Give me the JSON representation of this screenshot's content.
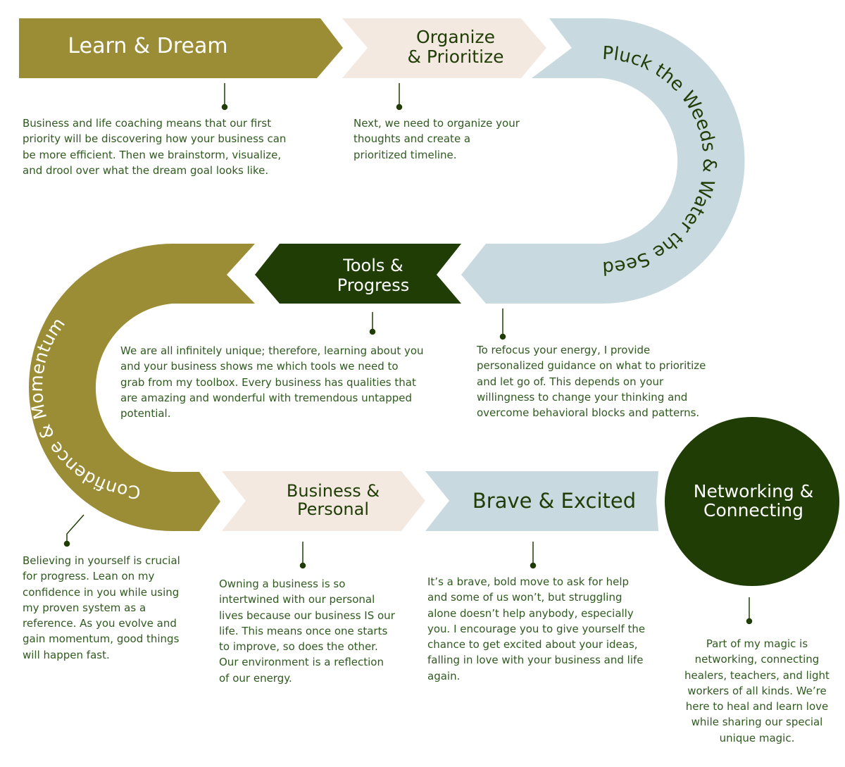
{
  "colors": {
    "olive": "#9b8c36",
    "cream": "#f3e9e1",
    "light_blue": "#c8d9e0",
    "dark_green": "#1f3d05",
    "text_green": "#2f5a1f",
    "white": "#ffffff"
  },
  "steps": [
    {
      "title": "Learn & Dream",
      "description": "Business and life coaching means that our first\npriority will be discovering how your business can\nbe more efficient. Then we brainstorm, visualize,\nand drool over what the dream goal looks like."
    },
    {
      "title": "Organize\n& Prioritize",
      "description": "Next, we need to organize your\nthoughts and create a\nprioritized timeline."
    },
    {
      "title": "Pluck the Weeds & Water the Seeds",
      "description": "To refocus your energy, I provide\npersonalized guidance on what to prioritize\nand let go of. This depends on your\nwillingness to change your thinking and\novercome behavioral blocks and patterns."
    },
    {
      "title": "Tools &\nProgress",
      "description": "We are all infinitely unique; therefore, learning about you\nand your business shows me which tools we need to\ngrab from my toolbox. Every business has qualities that\nare amazing and wonderful with tremendous untapped\npotential."
    },
    {
      "title": "Confidence & Momentum",
      "description": "Believing in yourself is crucial\nfor progress. Lean on my\nconfidence in you while using\nmy proven system as a\nreference. As you evolve and\ngain momentum, good things\nwill happen fast."
    },
    {
      "title": "Business &\nPersonal",
      "description": "Owning a business is so\nintertwined with our personal\nlives because our business IS our\nlife. This means once one starts\nto improve, so does the other.\nOur environment is a reflection\nof our energy."
    },
    {
      "title": "Brave & Excited",
      "description": "It’s a brave, bold move to ask for help\nand some of us won’t, but struggling\nalone doesn’t help anybody, especially\nyou. I encourage you to give yourself the\nchance to get excited about your ideas,\nfalling in love with your business and life\nagain."
    },
    {
      "title": "Networking &\nConnecting",
      "description": "Part of my magic is\nnetworking, connecting\nhealers, teachers, and light\nworkers of all kinds. We’re\nhere to heal and learn love\nwhile sharing our special\nunique magic."
    }
  ]
}
